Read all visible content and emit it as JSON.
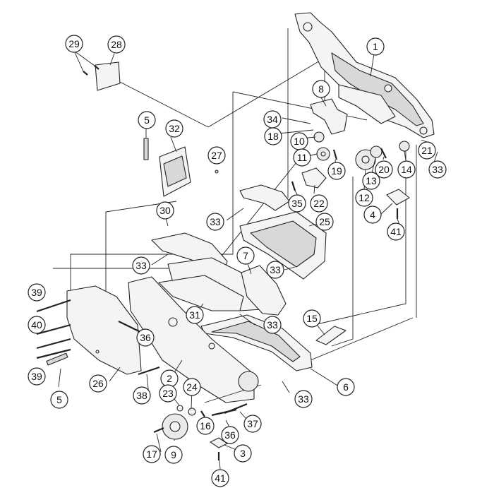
{
  "diagram": {
    "callouts": [
      {
        "id": "c1",
        "label": "1"
      },
      {
        "id": "c2",
        "label": "2"
      },
      {
        "id": "c3",
        "label": "3"
      },
      {
        "id": "c4",
        "label": "4"
      },
      {
        "id": "c5a",
        "label": "5"
      },
      {
        "id": "c5b",
        "label": "5"
      },
      {
        "id": "c6",
        "label": "6"
      },
      {
        "id": "c7",
        "label": "7"
      },
      {
        "id": "c8",
        "label": "8"
      },
      {
        "id": "c9",
        "label": "9"
      },
      {
        "id": "c10",
        "label": "10"
      },
      {
        "id": "c11",
        "label": "11"
      },
      {
        "id": "c12",
        "label": "12"
      },
      {
        "id": "c13",
        "label": "13"
      },
      {
        "id": "c14",
        "label": "14"
      },
      {
        "id": "c15",
        "label": "15"
      },
      {
        "id": "c16",
        "label": "16"
      },
      {
        "id": "c17",
        "label": "17"
      },
      {
        "id": "c18",
        "label": "18"
      },
      {
        "id": "c19",
        "label": "19"
      },
      {
        "id": "c20",
        "label": "20"
      },
      {
        "id": "c21",
        "label": "21"
      },
      {
        "id": "c22",
        "label": "22"
      },
      {
        "id": "c23",
        "label": "23"
      },
      {
        "id": "c24",
        "label": "24"
      },
      {
        "id": "c25",
        "label": "25"
      },
      {
        "id": "c26",
        "label": "26"
      },
      {
        "id": "c27",
        "label": "27"
      },
      {
        "id": "c28",
        "label": "28"
      },
      {
        "id": "c29",
        "label": "29"
      },
      {
        "id": "c30",
        "label": "30"
      },
      {
        "id": "c31",
        "label": "31"
      },
      {
        "id": "c32",
        "label": "32"
      },
      {
        "id": "c33a",
        "label": "33"
      },
      {
        "id": "c33b",
        "label": "33"
      },
      {
        "id": "c33c",
        "label": "33"
      },
      {
        "id": "c33d",
        "label": "33"
      },
      {
        "id": "c33e",
        "label": "33"
      },
      {
        "id": "c33f",
        "label": "33"
      },
      {
        "id": "c34",
        "label": "34"
      },
      {
        "id": "c35",
        "label": "35"
      },
      {
        "id": "c36a",
        "label": "36"
      },
      {
        "id": "c36b",
        "label": "36"
      },
      {
        "id": "c37",
        "label": "37"
      },
      {
        "id": "c38",
        "label": "38"
      },
      {
        "id": "c39a",
        "label": "39"
      },
      {
        "id": "c39b",
        "label": "39"
      },
      {
        "id": "c40",
        "label": "40"
      },
      {
        "id": "c41a",
        "label": "41"
      },
      {
        "id": "c41b",
        "label": "41"
      }
    ]
  }
}
